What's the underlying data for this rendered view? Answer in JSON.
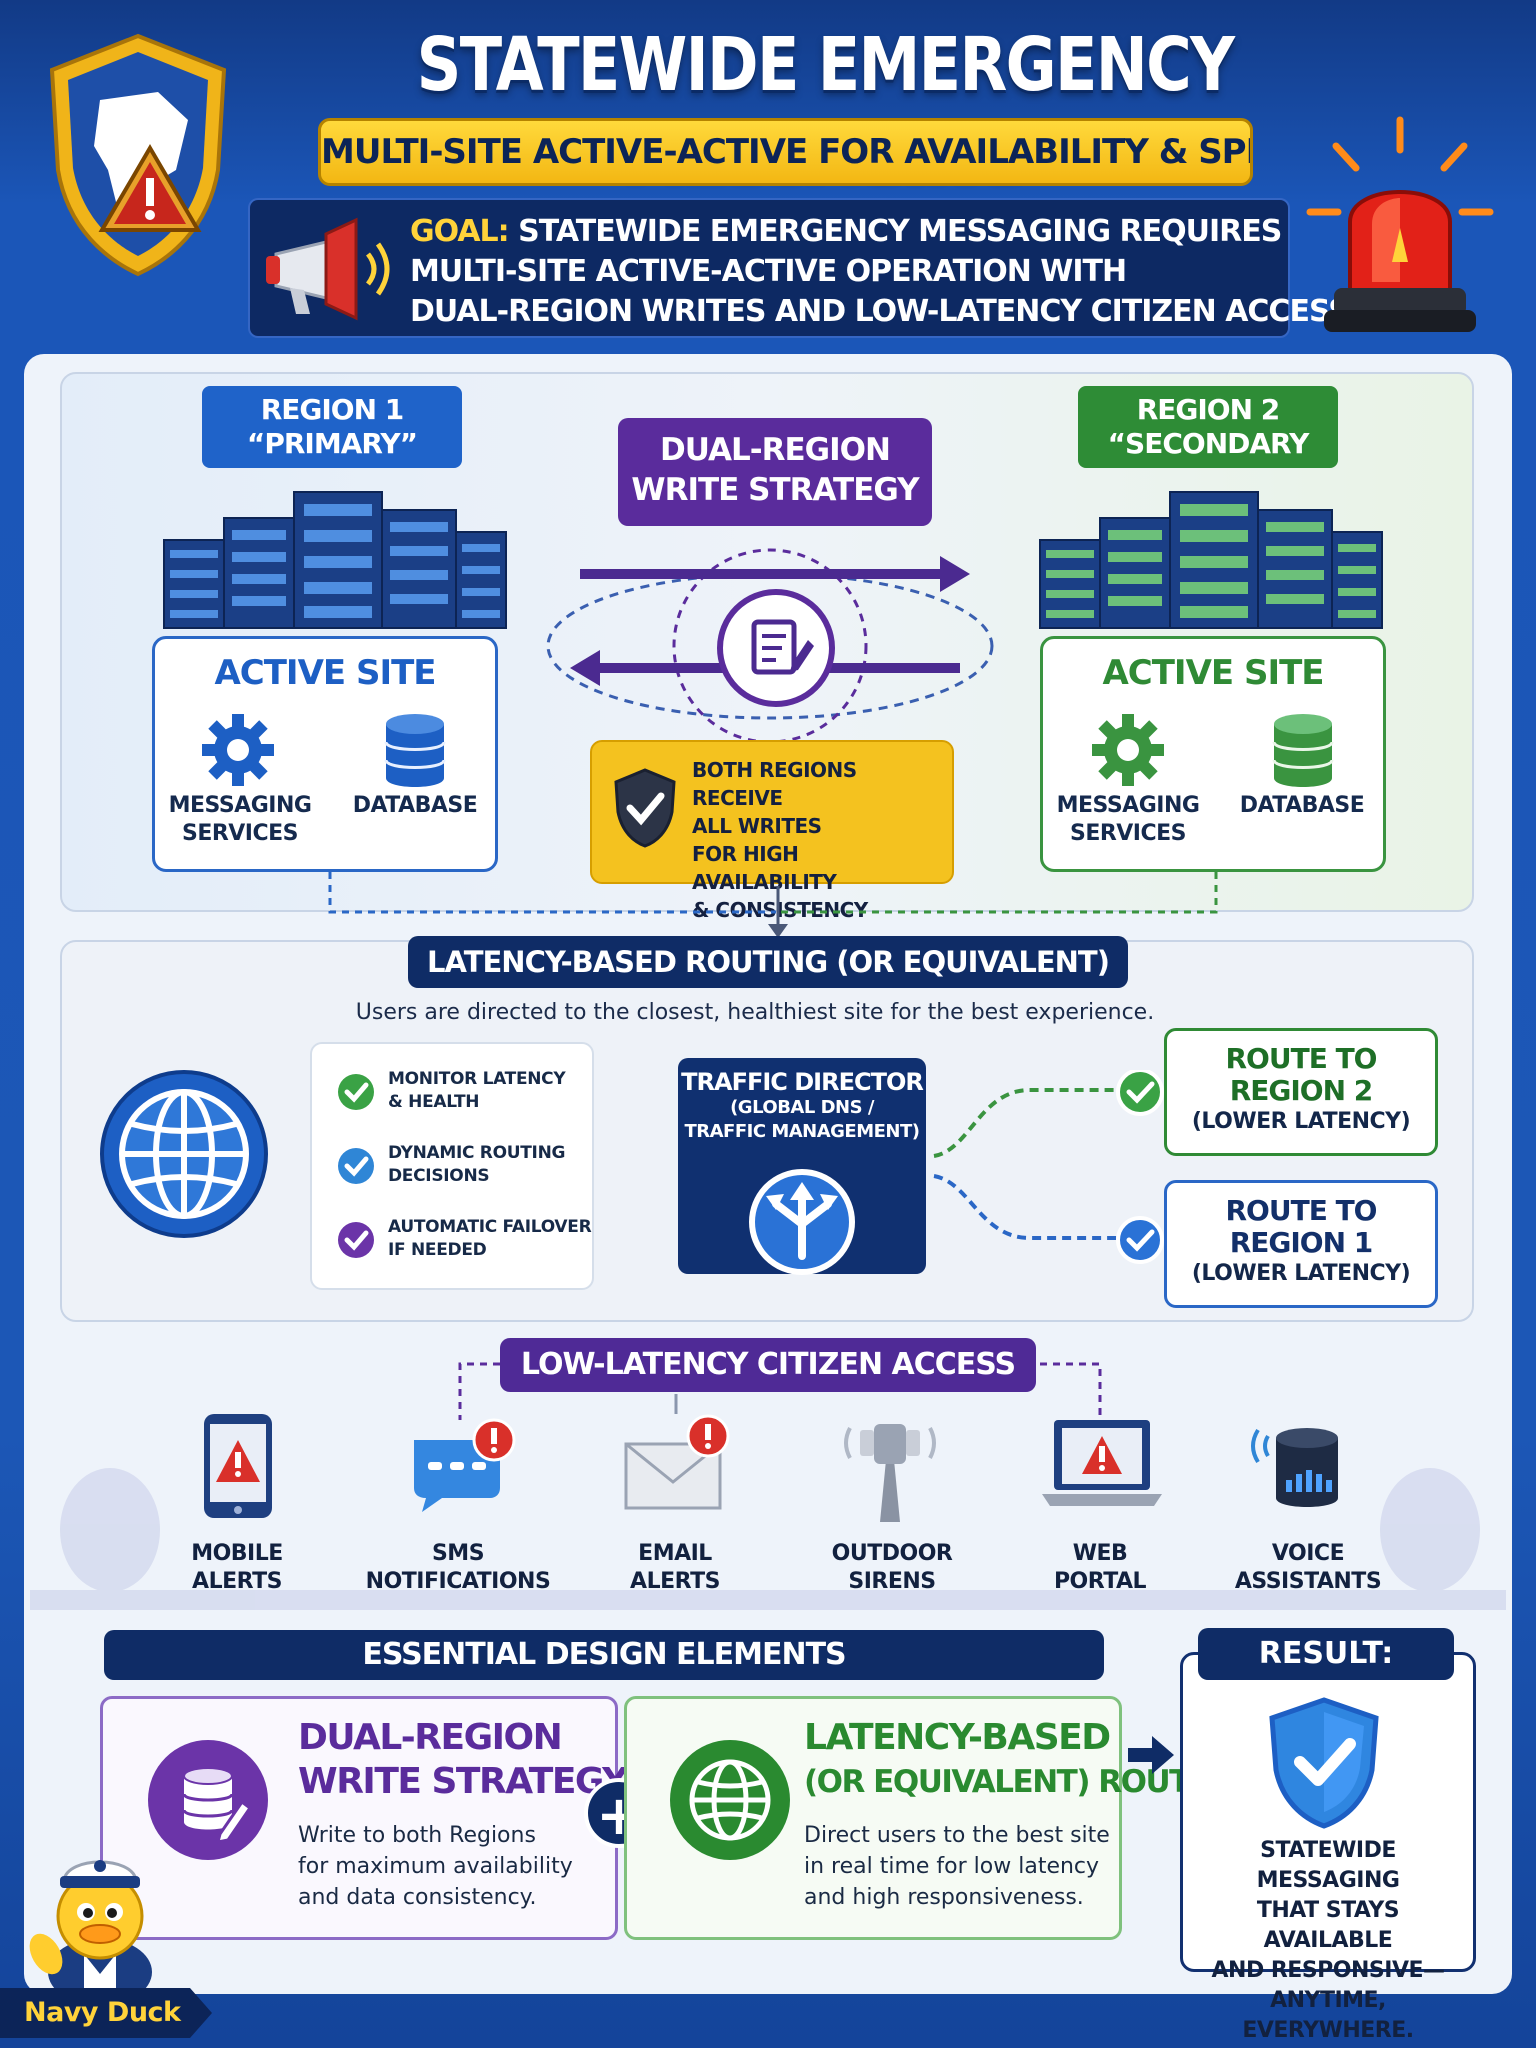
{
  "header": {
    "title": "STATEWIDE EMERGENCY MESSAGING",
    "subtitle": "MULTI-SITE ACTIVE-ACTIVE FOR AVAILABILITY & SPEED",
    "goal_label": "GOAL:",
    "goal_line1": "STATEWIDE EMERGENCY MESSAGING REQUIRES",
    "goal_line2": "MULTI-SITE ACTIVE-ACTIVE OPERATION WITH",
    "goal_line3": "DUAL-REGION WRITES AND LOW-LATENCY CITIZEN ACCESS."
  },
  "regions": {
    "region1": {
      "name": "REGION 1",
      "role": "“PRIMARY”",
      "site": "ACTIVE SITE",
      "service1_line1": "MESSAGING",
      "service1_line2": "SERVICES",
      "service2": "DATABASE",
      "color": "#1f63c9"
    },
    "region2": {
      "name": "REGION 2",
      "role": "“SECONDARY",
      "site": "ACTIVE SITE",
      "service1_line1": "MESSAGING",
      "service1_line2": "SERVICES",
      "service2": "DATABASE",
      "color": "#2e8c36"
    }
  },
  "dual_write": {
    "title_line1": "DUAL-REGION",
    "title_line2": "WRITE STRATEGY",
    "note_line1": "BOTH REGIONS RECEIVE",
    "note_line2": "ALL WRITES",
    "note_line3": "FOR HIGH AVAILABILITY",
    "note_line4": "& CONSISTENCY",
    "color": "#5a2c9c"
  },
  "routing": {
    "title": "LATENCY-BASED ROUTING (OR EQUIVALENT)",
    "description": "Users are directed to the closest, healthiest site for the best experience.",
    "checks": [
      {
        "line1": "MONITOR LATENCY",
        "line2": "& HEALTH",
        "color": "#3aa245"
      },
      {
        "line1": "DYNAMIC ROUTING",
        "line2": "DECISIONS",
        "color": "#2f86d6"
      },
      {
        "line1": "AUTOMATIC FAILOVER",
        "line2": "IF NEEDED",
        "color": "#6b34a8"
      }
    ],
    "director_title": "TRAFFIC DIRECTOR",
    "director_sub1": "(GLOBAL DNS /",
    "director_sub2": "TRAFFIC MANAGEMENT)",
    "route_r2_line1": "ROUTE TO",
    "route_r2_line2": "REGION 2",
    "route_r2_line3": "(LOWER LATENCY)",
    "route_r1_line1": "ROUTE TO",
    "route_r1_line2": "REGION 1",
    "route_r1_line3": "(LOWER LATENCY)"
  },
  "access": {
    "title": "LOW-LATENCY CITIZEN ACCESS",
    "channels": [
      {
        "line1": "MOBILE",
        "line2": "ALERTS",
        "icon": "mobile-alert-icon"
      },
      {
        "line1": "SMS",
        "line2": "NOTIFICATIONS",
        "icon": "sms-icon"
      },
      {
        "line1": "EMAIL",
        "line2": "ALERTS",
        "icon": "email-icon"
      },
      {
        "line1": "OUTDOOR",
        "line2": "SIRENS",
        "icon": "siren-tower-icon"
      },
      {
        "line1": "WEB",
        "line2": "PORTAL",
        "icon": "laptop-icon"
      },
      {
        "line1": "VOICE",
        "line2": "ASSISTANTS",
        "icon": "smart-speaker-icon"
      }
    ]
  },
  "essentials": {
    "title": "ESSENTIAL DESIGN ELEMENTS",
    "card1": {
      "title_line1": "DUAL-REGION",
      "title_line2": "WRITE STRATEGY",
      "body_line1": "Write to both Regions",
      "body_line2": "for maximum availability",
      "body_line3": "and data consistency.",
      "color": "#5a2c9c"
    },
    "plus": "+",
    "card2": {
      "title_line1": "LATENCY-BASED",
      "title_line2": "(OR EQUIVALENT) ROUTING",
      "body_line1": "Direct users to the best site",
      "body_line2": "in real time for low latency",
      "body_line3": "and high responsiveness.",
      "color": "#2a8a30"
    }
  },
  "result": {
    "title": "RESULT:",
    "line1": "STATEWIDE MESSAGING",
    "line2": "THAT STAYS AVAILABLE",
    "line3": "AND RESPONSIVE—",
    "line4": "ANYTIME, EVERYWHERE."
  },
  "brand": {
    "name": "Navy Duck"
  }
}
